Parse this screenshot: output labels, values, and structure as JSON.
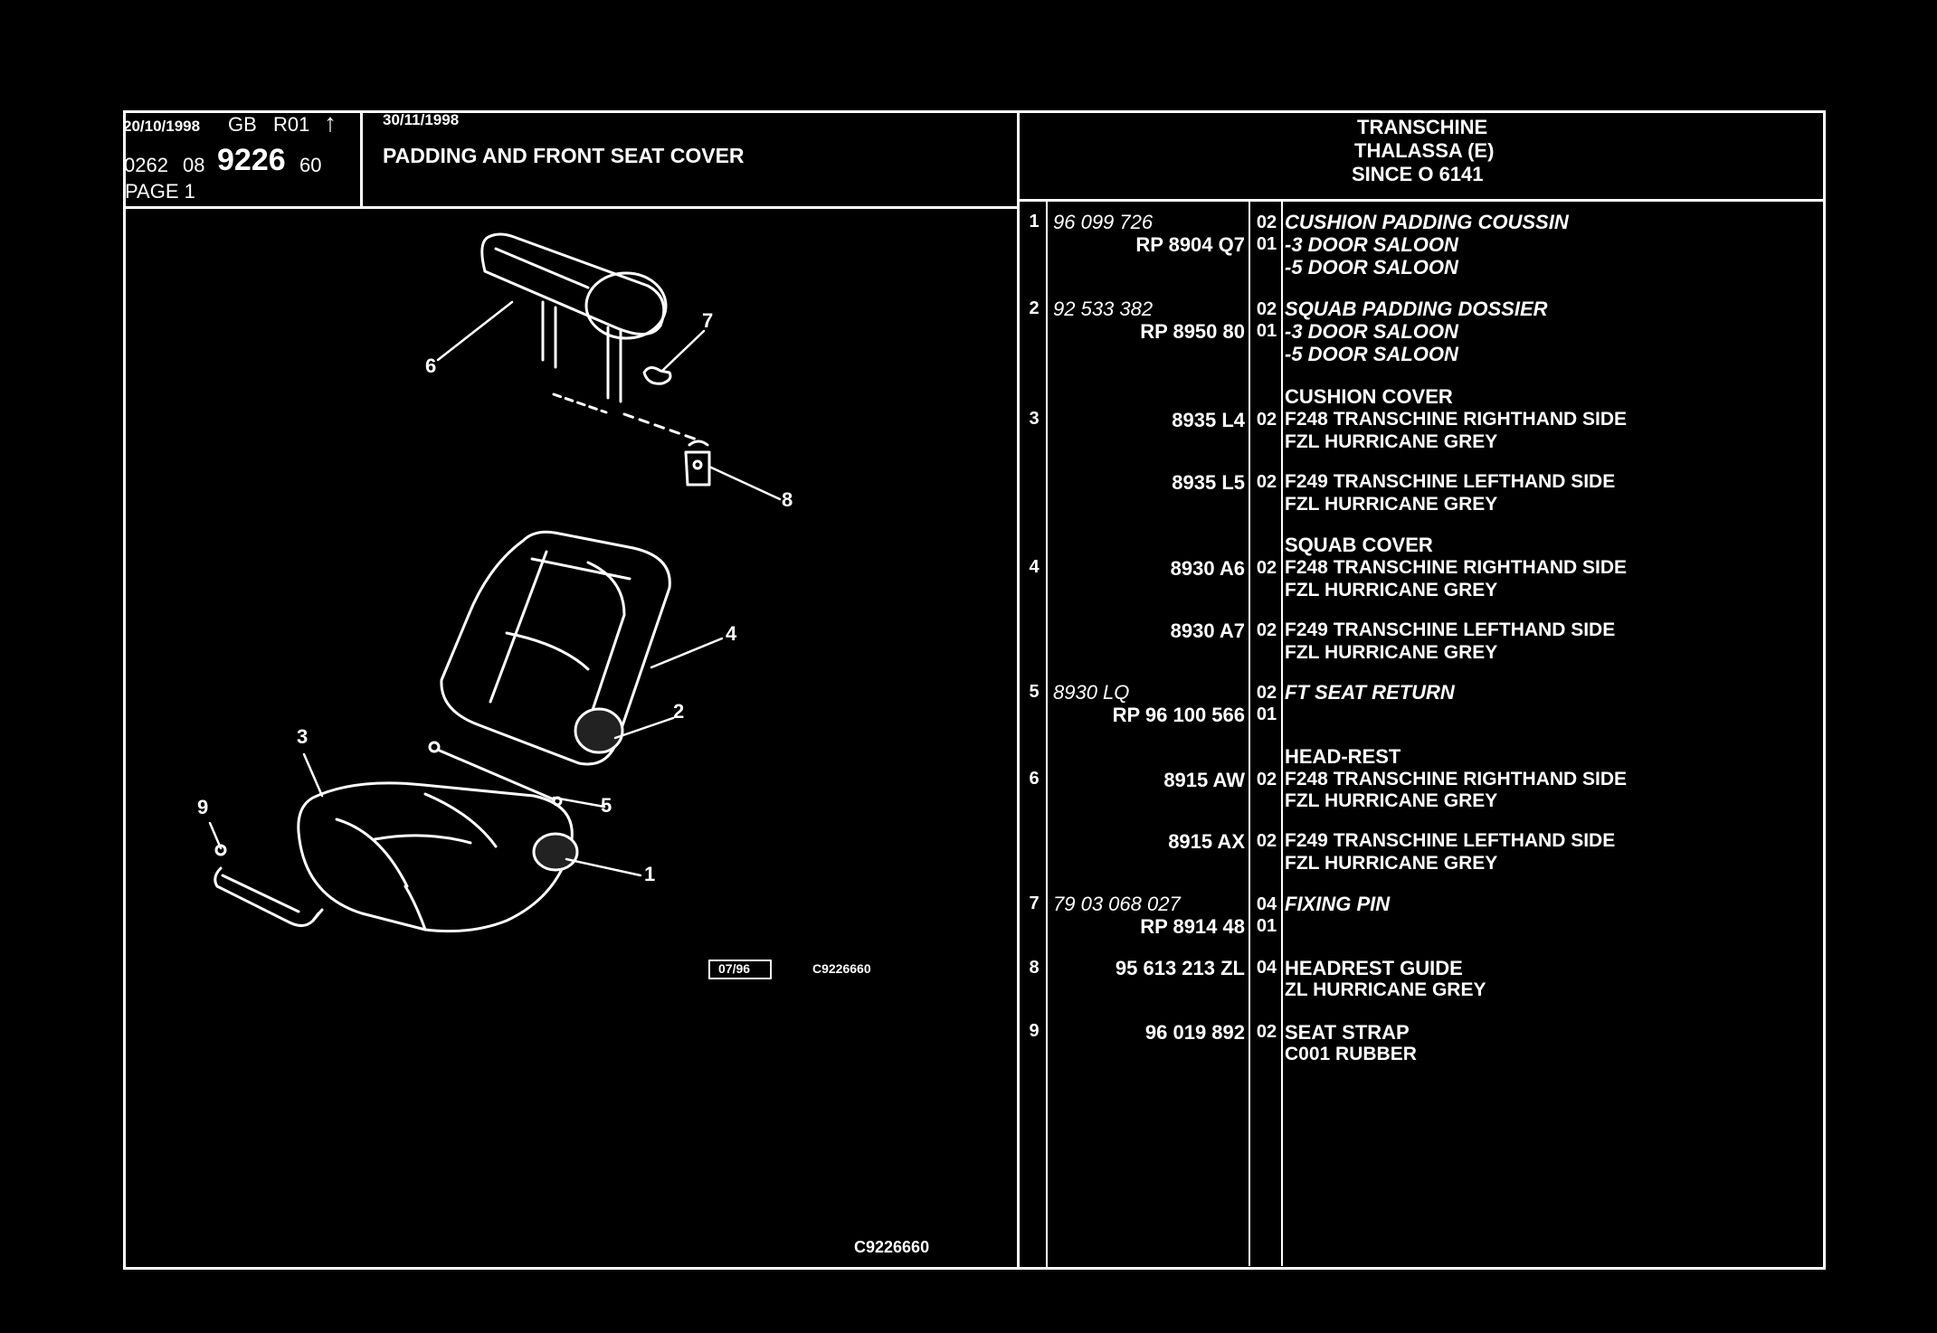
{
  "header": {
    "date_left": "20/10/1998",
    "lang": "GB",
    "revision": "R01",
    "date_right": "30/11/1998",
    "title": "PADDING AND FRONT SEAT COVER",
    "code_prefix": "0262",
    "code_mid": "08",
    "code_main": "9226",
    "code_suffix": "60",
    "page_label": "PAGE 1"
  },
  "model": {
    "line1": "TRANSCHINE",
    "line2": "THALASSA (E)",
    "line3": "SINCE O 6141"
  },
  "drawing": {
    "callouts": [
      "1",
      "2",
      "3",
      "4",
      "5",
      "6",
      "7",
      "8",
      "9"
    ],
    "stamp_date": "07/96",
    "stamp_ref": "C9226660",
    "footer_ref": "C9226660"
  },
  "parts": [
    {
      "no": "1",
      "ref": "96 099 726",
      "ref2": "RP 8904 Q7",
      "qty": "02",
      "qty2": "01",
      "desc": "CUSHION PADDING COUSSIN",
      "lines": [
        "-3 DOOR SALOON",
        "-5 DOOR SALOON"
      ]
    },
    {
      "no": "2",
      "ref": "92 533 382",
      "ref2": "RP 8950 80",
      "qty": "02",
      "qty2": "01",
      "desc": "SQUAB PADDING DOSSIER",
      "lines": [
        "-3 DOOR SALOON",
        "-5 DOOR SALOON"
      ]
    },
    {
      "no": "3",
      "heading": "CUSHION COVER",
      "rows": [
        {
          "ref": "8935 L4",
          "qty": "02",
          "desc": "F248 TRANSCHINE RIGHTHAND SIDE",
          "sub": "FZL HURRICANE GREY"
        },
        {
          "ref": "8935 L5",
          "qty": "02",
          "desc": "F249 TRANSCHINE LEFTHAND SIDE",
          "sub": "FZL HURRICANE GREY"
        }
      ]
    },
    {
      "no": "4",
      "heading": "SQUAB COVER",
      "rows": [
        {
          "ref": "8930 A6",
          "qty": "02",
          "desc": "F248 TRANSCHINE RIGHTHAND SIDE",
          "sub": "FZL HURRICANE GREY"
        },
        {
          "ref": "8930 A7",
          "qty": "02",
          "desc": "F249 TRANSCHINE LEFTHAND SIDE",
          "sub": "FZL HURRICANE GREY"
        }
      ]
    },
    {
      "no": "5",
      "ref": "8930 LQ",
      "ref2": "RP 96 100 566",
      "qty": "02",
      "qty2": "01",
      "desc": "FT SEAT RETURN"
    },
    {
      "no": "6",
      "heading": "HEAD-REST",
      "rows": [
        {
          "ref": "8915 AW",
          "qty": "02",
          "desc": "F248 TRANSCHINE RIGHTHAND SIDE",
          "sub": "FZL HURRICANE GREY"
        },
        {
          "ref": "8915 AX",
          "qty": "02",
          "desc": "F249 TRANSCHINE LEFTHAND SIDE",
          "sub": "FZL HURRICANE GREY"
        }
      ]
    },
    {
      "no": "7",
      "ref": "79 03 068 027",
      "ref2": "RP 8914 48",
      "qty": "04",
      "qty2": "01",
      "desc": "FIXING PIN"
    },
    {
      "no": "8",
      "ref": "95 613 213 ZL",
      "qty": "04",
      "desc": "HEADREST GUIDE",
      "sub": "ZL HURRICANE GREY"
    },
    {
      "no": "9",
      "ref": "96 019 892",
      "qty": "02",
      "desc": "SEAT STRAP",
      "sub": "C001 RUBBER"
    }
  ]
}
